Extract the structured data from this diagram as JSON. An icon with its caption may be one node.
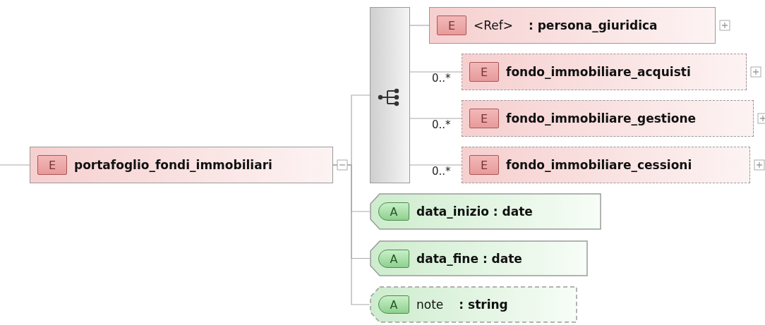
{
  "diagram": {
    "nodes": [
      {
        "text": [
          "E",
          "portafoglio_fondi_immobiliari"
        ]
      },
      {
        "text": [],
        "shape": "box"
      },
      {
        "text": [
          "E",
          "<Ref>",
          ": persona_giuridica"
        ]
      },
      {
        "text": [
          "E",
          "fondo_immobiliare_acquisti"
        ],
        "beside": [
          "0..*"
        ]
      },
      {
        "text": [
          "E",
          "fondo_immobiliare_gestione"
        ],
        "beside": [
          "0..*"
        ]
      },
      {
        "text": [
          "E",
          "fondo_immobiliare_cessioni"
        ],
        "beside": [
          "0..*"
        ]
      },
      {
        "text": [
          "A",
          "data_inizio : date"
        ]
      },
      {
        "text": [
          "A",
          "data_fine : date"
        ]
      },
      {
        "text": [
          "A",
          "note",
          ": string"
        ]
      }
    ],
    "edges": [
      {
        "from": null,
        "to": 0,
        "arrow": "none"
      },
      {
        "from": 0,
        "to": 1,
        "arrow": "none"
      },
      {
        "from": 1,
        "to": 2,
        "arrow": "none"
      },
      {
        "from": 1,
        "to": 3,
        "arrow": "none"
      },
      {
        "from": 1,
        "to": 4,
        "arrow": "none"
      },
      {
        "from": 1,
        "to": 5,
        "arrow": "none"
      },
      {
        "from": 0,
        "to": 6,
        "arrow": "none"
      },
      {
        "from": 0,
        "to": 7,
        "arrow": "none"
      },
      {
        "from": 0,
        "to": 8,
        "arrow": "none"
      }
    ]
  }
}
